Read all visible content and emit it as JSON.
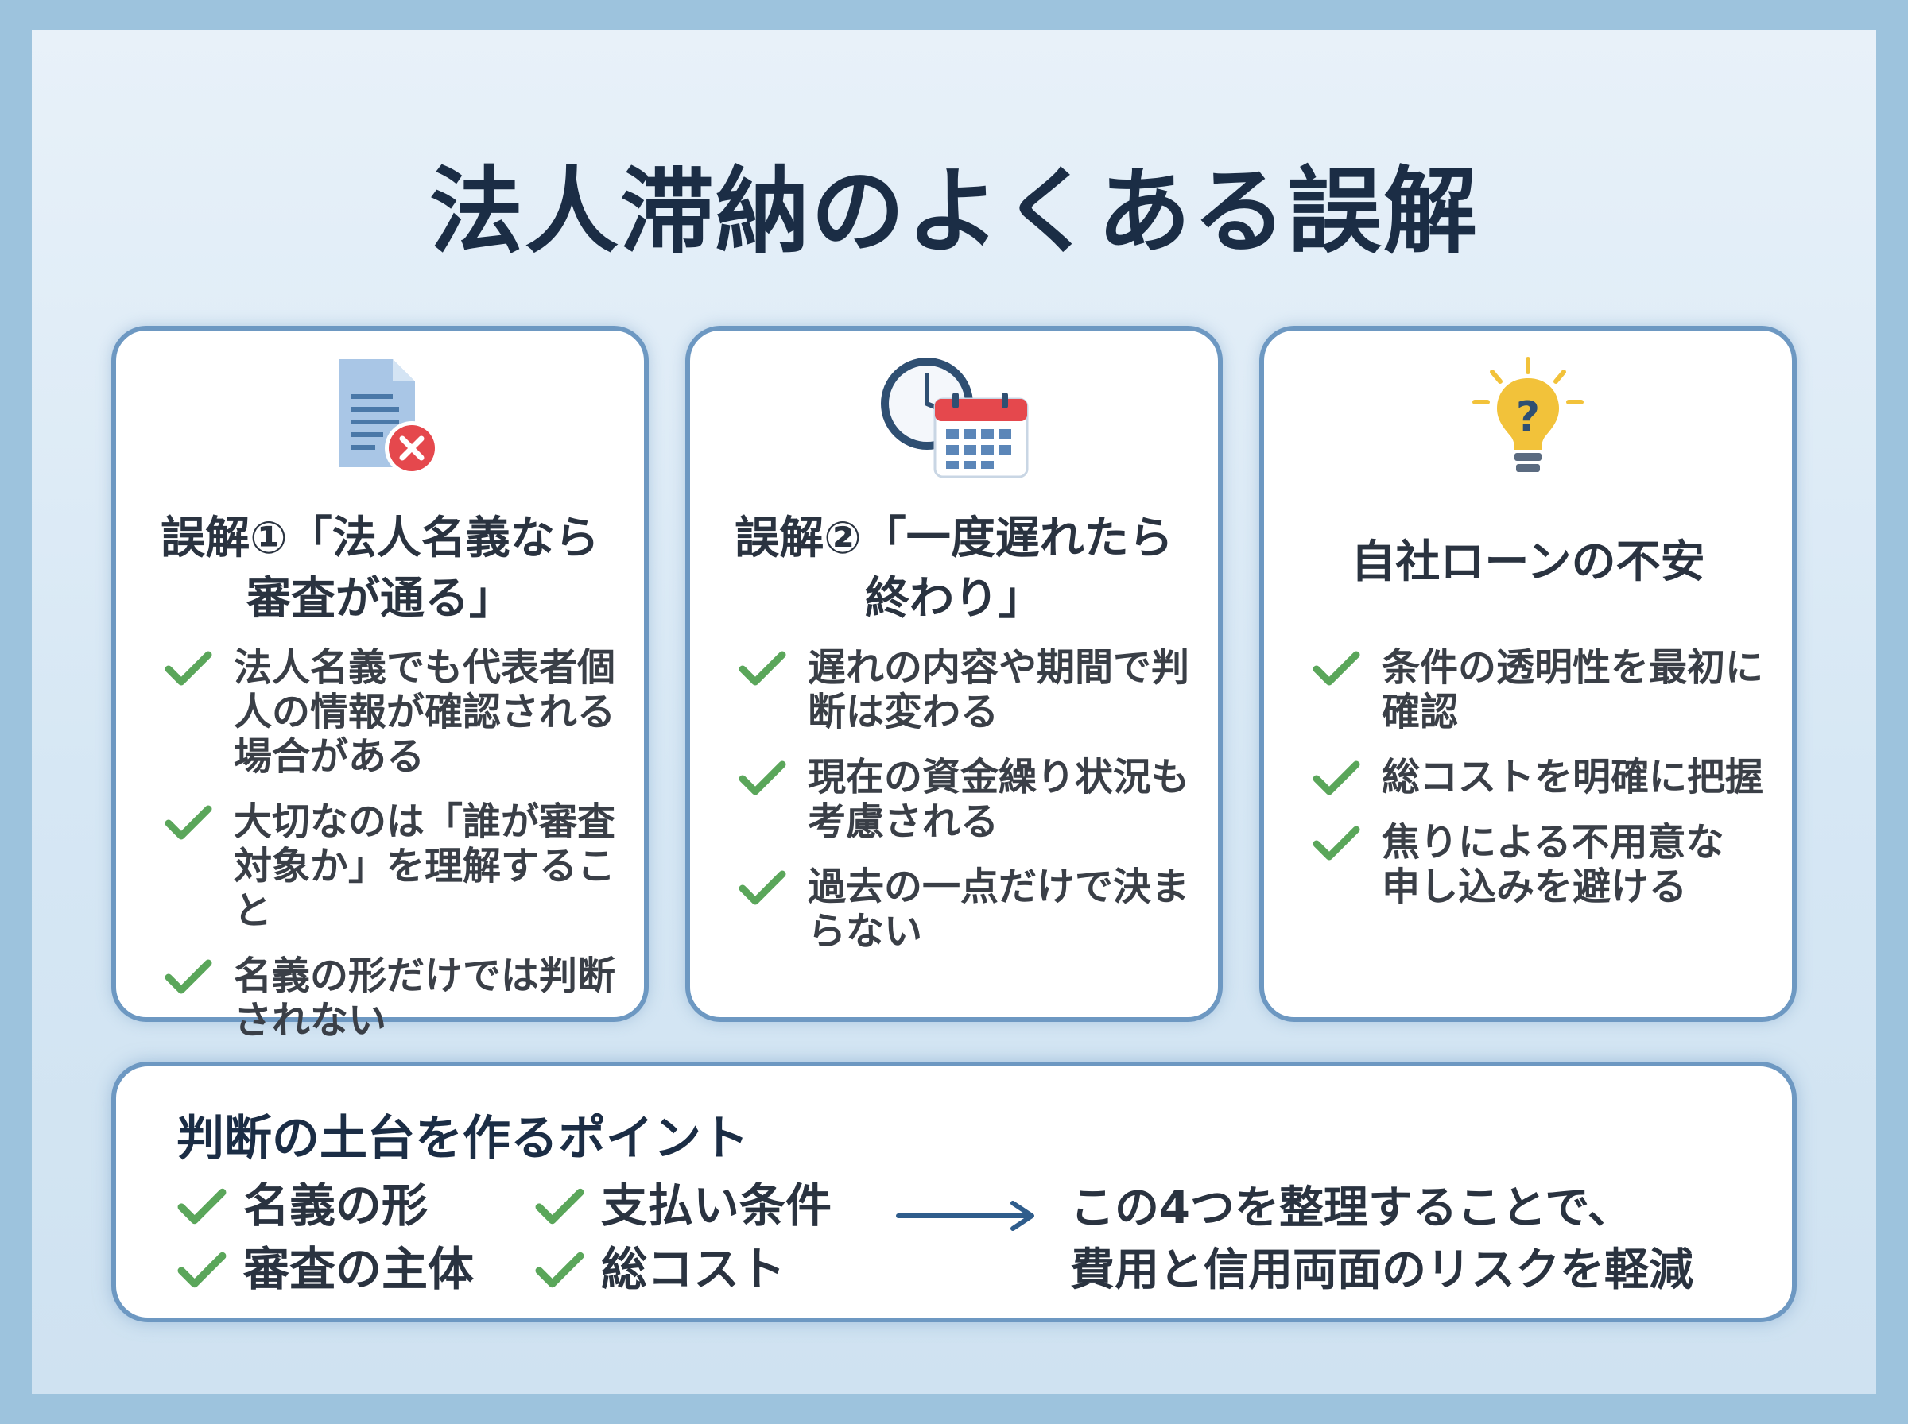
{
  "title": "法人滞納のよくある誤解",
  "cards": [
    {
      "icon": "document-error-icon",
      "title_lines": [
        "誤解①「法人名義なら",
        "審査が通る」"
      ],
      "items": [
        [
          "法人名義でも代表者個",
          "人の情報が確認される",
          "場合がある"
        ],
        [
          "大切なのは「誰が審査",
          "対象か」を理解すること"
        ],
        [
          "名義の形だけでは判断",
          "されない"
        ]
      ]
    },
    {
      "icon": "clock-calendar-icon",
      "title_lines": [
        "誤解②「一度遅れたら",
        "終わり」"
      ],
      "items": [
        [
          "遅れの内容や期間で判",
          "断は変わる"
        ],
        [
          "現在の資金繰り状況も",
          "考慮される"
        ],
        [
          "過去の一点だけで決ま",
          "らない"
        ]
      ]
    },
    {
      "icon": "lightbulb-question-icon",
      "title_lines": [
        "自社ローンの不安"
      ],
      "items": [
        [
          "条件の透明性を最初に",
          "確認"
        ],
        [
          "総コストを明確に把握"
        ],
        [
          "焦りによる不用意な",
          "申し込みを避ける"
        ]
      ]
    }
  ],
  "bottom": {
    "title": "判断の土台を作るポイント",
    "points": [
      "名義の形",
      "支払い条件",
      "審査の主体",
      "総コスト"
    ],
    "conclusion_lines": [
      "この4つを整理することで、",
      "費用と信用両面のリスクを軽減"
    ]
  },
  "colors": {
    "check": "#5aa65a",
    "card_border": "#6d98c2",
    "title": "#1b2d45",
    "error": "#e5484d",
    "bulb": "#f2c23a",
    "arrow": "#2f5d8c"
  }
}
